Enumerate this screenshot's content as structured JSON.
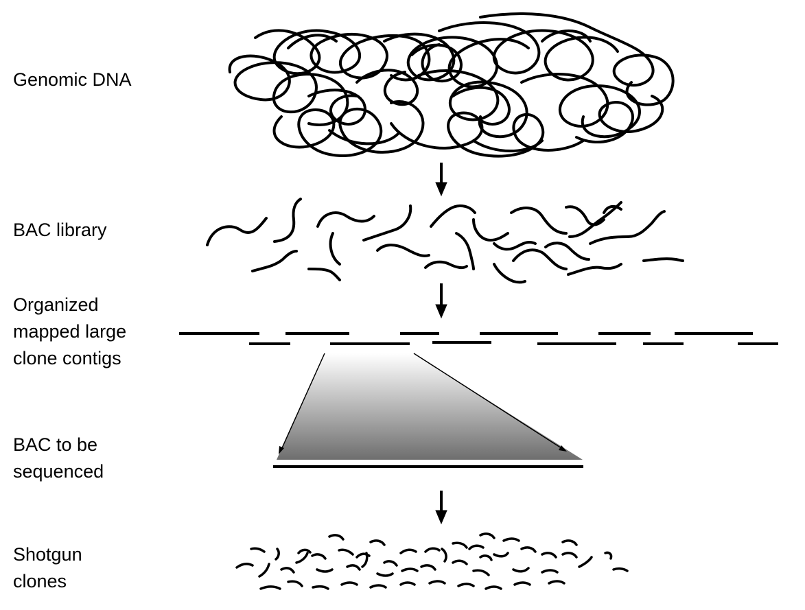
{
  "stages": [
    {
      "id": "genomic-dna",
      "lines": [
        "Genomic DNA"
      ]
    },
    {
      "id": "bac-library",
      "lines": [
        "BAC library"
      ]
    },
    {
      "id": "contigs",
      "lines": [
        "Organized",
        "mapped large",
        "clone contigs"
      ]
    },
    {
      "id": "bac-sequenced",
      "lines": [
        "BAC to be",
        "sequenced"
      ]
    },
    {
      "id": "shotgun",
      "lines": [
        "Shotgun",
        "clones"
      ]
    }
  ],
  "colors": {
    "ink": "#000000",
    "gradient_top": "#ffffff",
    "gradient_bottom": "#6e6e6e"
  }
}
